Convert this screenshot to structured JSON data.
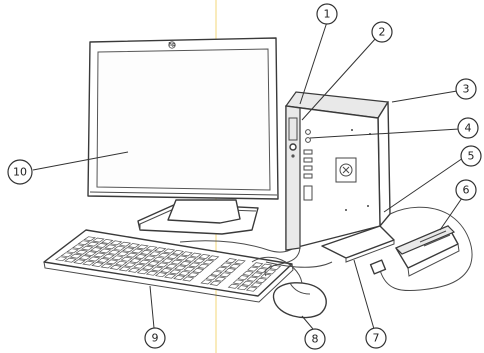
{
  "monitor": {
    "logo": "hp"
  },
  "callouts": [
    {
      "id": "c1",
      "number": "1"
    },
    {
      "id": "c2",
      "number": "2"
    },
    {
      "id": "c3",
      "number": "3"
    },
    {
      "id": "c4",
      "number": "4"
    },
    {
      "id": "c5",
      "number": "5"
    },
    {
      "id": "c6",
      "number": "6"
    },
    {
      "id": "c7",
      "number": "7"
    },
    {
      "id": "c8",
      "number": "8"
    },
    {
      "id": "c9",
      "number": "9"
    },
    {
      "id": "c10",
      "number": "10"
    }
  ],
  "colors": {
    "line": "#3a3a3a",
    "accent": "#f3d36b"
  }
}
